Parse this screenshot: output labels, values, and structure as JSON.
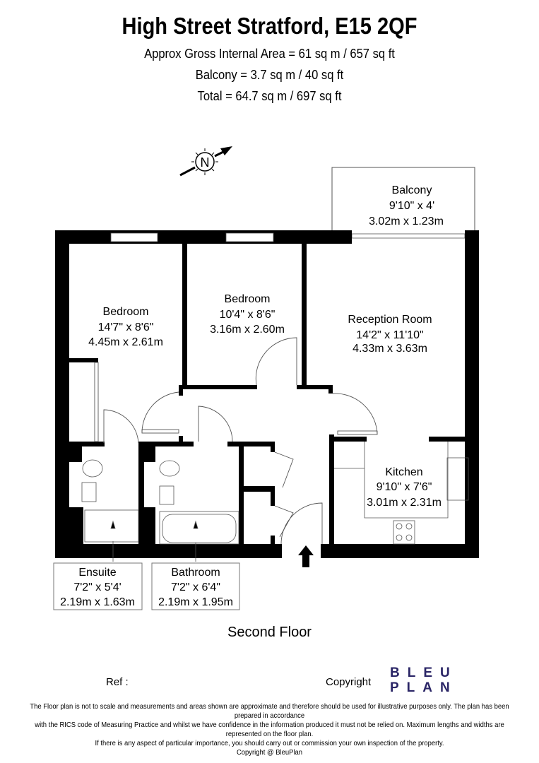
{
  "header": {
    "title": "High Street Stratford, E15 2QF",
    "gross_area": "Approx Gross Internal Area = 61 sq m / 657 sq ft",
    "balcony_area": "Balcony = 3.7 sq m / 40 sq ft",
    "total_area": "Total = 64.7 sq m / 697 sq ft"
  },
  "compass": {
    "label": "N"
  },
  "rooms": {
    "balcony": {
      "name": "Balcony",
      "imperial": "9'10\" x 4'",
      "metric": "3.02m x 1.23m"
    },
    "bedroom1": {
      "name": "Bedroom",
      "imperial": "14'7\" x 8'6\"",
      "metric": "4.45m x 2.61m"
    },
    "bedroom2": {
      "name": "Bedroom",
      "imperial": "10'4\" x 8'6\"",
      "metric": "3.16m x 2.60m"
    },
    "reception": {
      "name": "Reception Room",
      "imperial": "14'2\" x 11'10\"",
      "metric": "4.33m x 3.63m"
    },
    "kitchen": {
      "name": "Kitchen",
      "imperial": "9'10\" x 7'6\"",
      "metric": "3.01m x 2.31m"
    },
    "ensuite": {
      "name": "Ensuite",
      "imperial": "7'2\" x 5'4'",
      "metric": "2.19m x 1.63m"
    },
    "bathroom": {
      "name": "Bathroom",
      "imperial": "7'2\" x 6'4\"",
      "metric": "2.19m x 1.95m"
    }
  },
  "floor_label": "Second Floor",
  "footer": {
    "ref": "Ref  :",
    "copyright": "Copyright",
    "logo_line1": "BLEU",
    "logo_line2": "PLAN",
    "logo_color": "#2a2566",
    "disclaimer_1": "The Floor plan is not to scale and measurements and areas shown are approximate and therefore should be used for illustrative purposes only. The plan has been prepared in accordance",
    "disclaimer_2": "with the RICS code of Measuring Practice and whilst we have confidence in the information produced it must not be relied on. Maximum lengths and widths are represented on the floor plan.",
    "disclaimer_3": "If there is any aspect of particular importance, you should carry out or commission your own inspection of the property.",
    "disclaimer_4": "Copyright @ BleuPlan"
  }
}
